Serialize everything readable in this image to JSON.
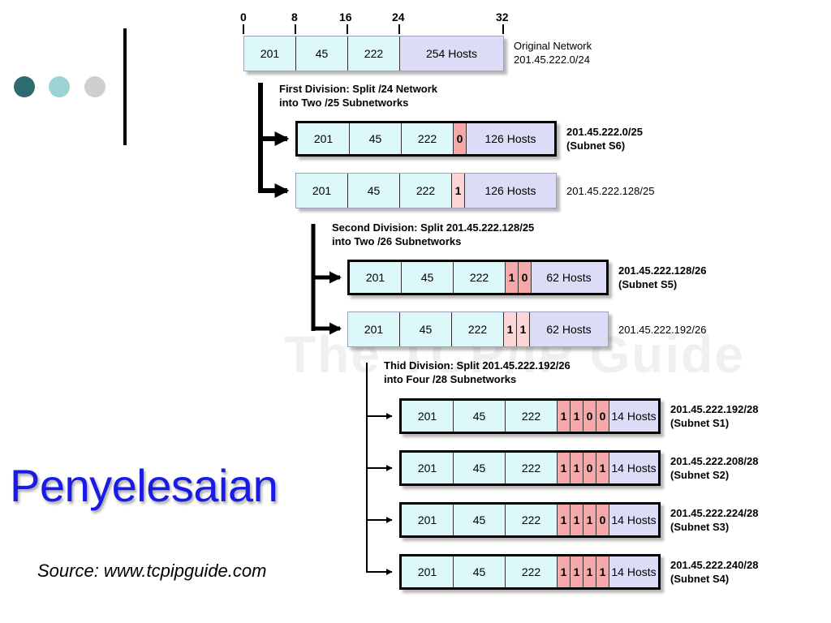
{
  "slide": {
    "title": "Penyelesaian",
    "source": "Source: www.tcpipguide.com",
    "watermark": "The TCP/IP Guide",
    "dot_colors": [
      "#2e6b6e",
      "#9bd3d6",
      "#cfcfcf"
    ]
  },
  "ruler": [
    "0",
    "8",
    "16",
    "24",
    "32"
  ],
  "original": {
    "octets": [
      "201",
      "45",
      "222"
    ],
    "hosts": "254 Hosts",
    "label": [
      "Original Network",
      "201.45.222.0/24"
    ]
  },
  "divisions": [
    {
      "title": [
        "First Division: Split /24 Network",
        "into Two /25 Subnetworks"
      ]
    },
    {
      "title": [
        "Second Division: Split 201.45.222.128/25",
        "into Two /26 Subnetworks"
      ]
    },
    {
      "title": [
        "Thid Division: Split 201.45.222.192/26",
        "into Four /28 Subnetworks"
      ]
    }
  ],
  "subnets": [
    {
      "octets": [
        "201",
        "45",
        "222"
      ],
      "bits": [
        "0"
      ],
      "hosts": "126 Hosts",
      "label": [
        "201.45.222.0/25",
        "(Subnet S6)"
      ],
      "highlight": true
    },
    {
      "octets": [
        "201",
        "45",
        "222"
      ],
      "bits": [
        "1"
      ],
      "hosts": "126 Hosts",
      "label": [
        "201.45.222.128/25"
      ],
      "highlight": false
    },
    {
      "octets": [
        "201",
        "45",
        "222"
      ],
      "bits": [
        "1",
        "0"
      ],
      "hosts": "62 Hosts",
      "label": [
        "201.45.222.128/26",
        "(Subnet S5)"
      ],
      "highlight": true
    },
    {
      "octets": [
        "201",
        "45",
        "222"
      ],
      "bits": [
        "1",
        "1"
      ],
      "hosts": "62 Hosts",
      "label": [
        "201.45.222.192/26"
      ],
      "highlight": false
    },
    {
      "octets": [
        "201",
        "45",
        "222"
      ],
      "bits": [
        "1",
        "1",
        "0",
        "0"
      ],
      "hosts": "14 Hosts",
      "label": [
        "201.45.222.192/28",
        "(Subnet S1)"
      ],
      "highlight": true
    },
    {
      "octets": [
        "201",
        "45",
        "222"
      ],
      "bits": [
        "1",
        "1",
        "0",
        "1"
      ],
      "hosts": "14 Hosts",
      "label": [
        "201.45.222.208/28",
        "(Subnet S2)"
      ],
      "highlight": true
    },
    {
      "octets": [
        "201",
        "45",
        "222"
      ],
      "bits": [
        "1",
        "1",
        "1",
        "0"
      ],
      "hosts": "14 Hosts",
      "label": [
        "201.45.222.224/28",
        "(Subnet S3)"
      ],
      "highlight": true
    },
    {
      "octets": [
        "201",
        "45",
        "222"
      ],
      "bits": [
        "1",
        "1",
        "1",
        "1"
      ],
      "hosts": "14 Hosts",
      "label": [
        "201.45.222.240/28",
        "(Subnet S4)"
      ],
      "highlight": true
    }
  ]
}
